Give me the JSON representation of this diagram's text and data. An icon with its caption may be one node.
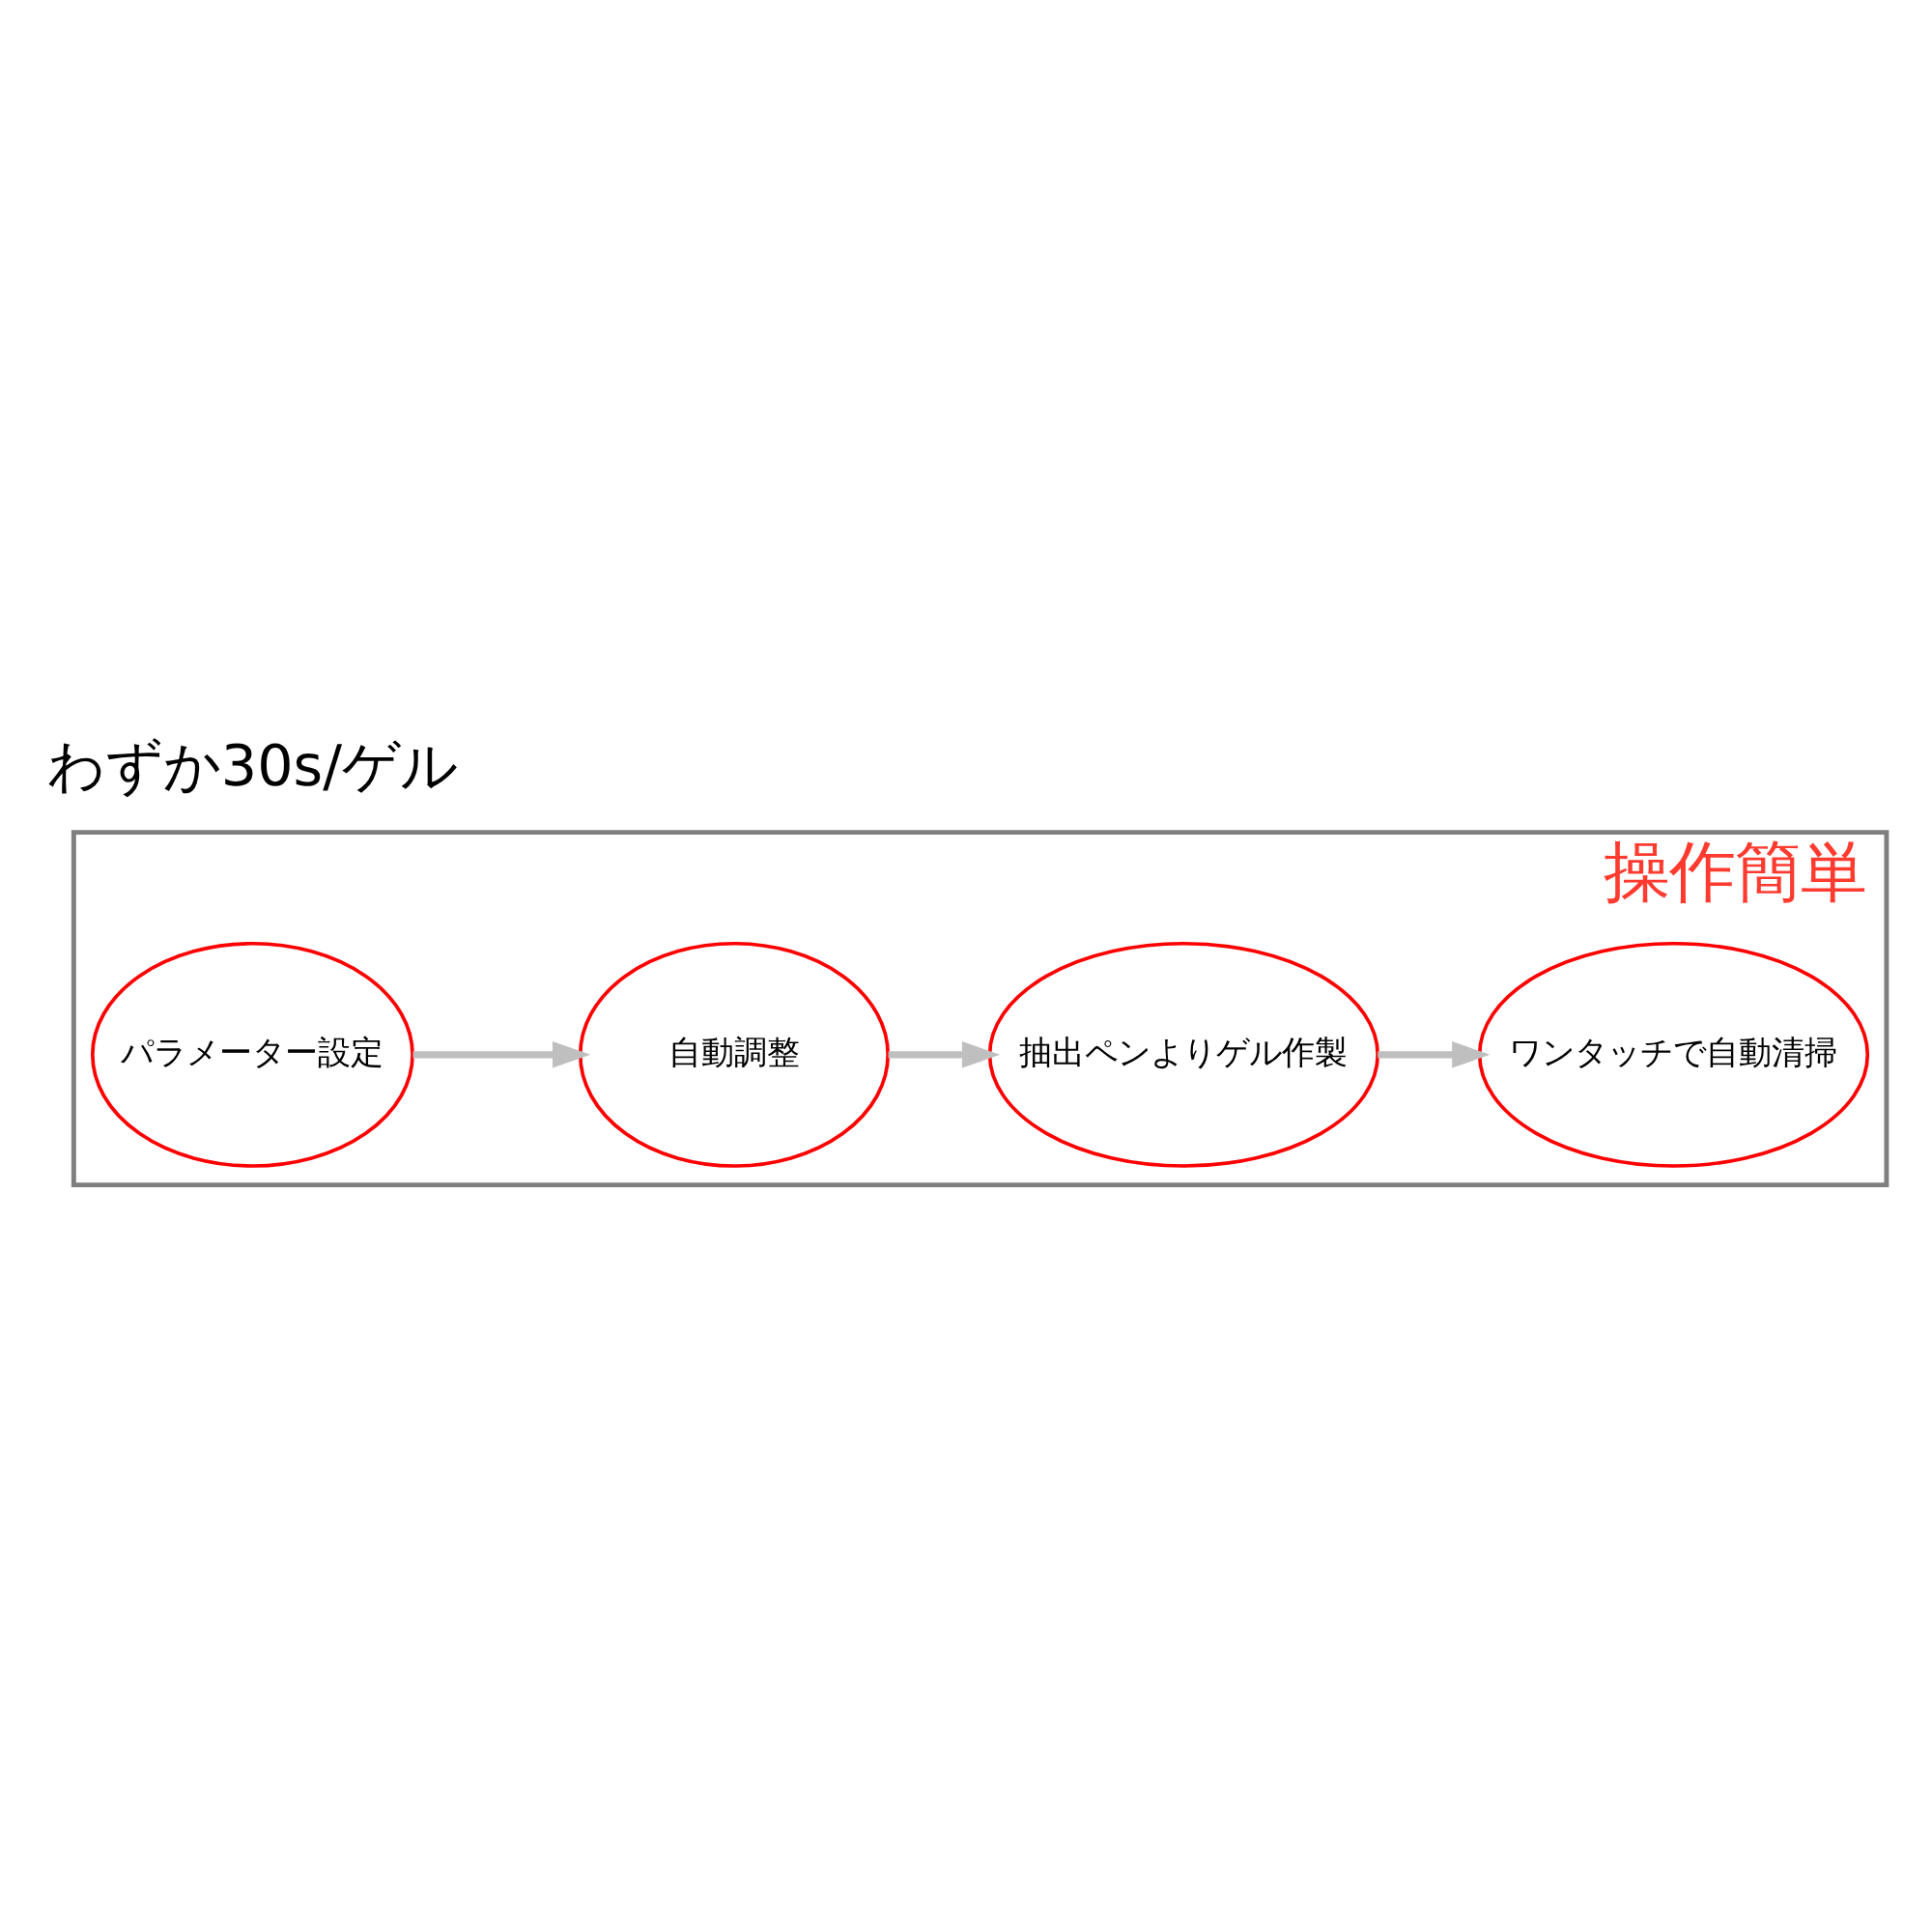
{
  "diagram": {
    "nodes": [
      {
        "text": [
          "操作簡単"
        ]
      },
      {
        "text": [
          "パラメーター設定"
        ],
        "in": 0
      },
      {
        "text": [
          "自動調整"
        ],
        "in": 0
      },
      {
        "text": [
          "抽出ペンよりゲル作製"
        ],
        "in": 0
      },
      {
        "text": [
          "ワンタッチで自動清掃"
        ],
        "in": 0
      }
    ],
    "edges": [
      {
        "from": 1,
        "to": 2,
        "arrow": "to"
      },
      {
        "from": 2,
        "to": 3,
        "arrow": "to"
      },
      {
        "from": 3,
        "to": 4,
        "arrow": "to"
      }
    ],
    "labels": [
      "わずか30s/ゲル"
    ]
  }
}
